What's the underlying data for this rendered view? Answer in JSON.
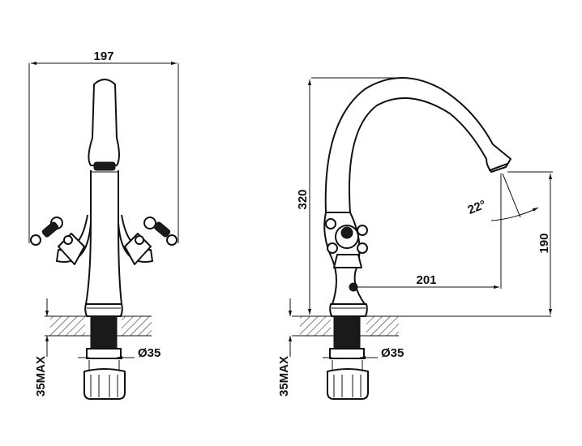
{
  "dimensions": {
    "width_front": "197",
    "height_total": "320",
    "spout_reach": "201",
    "spout_height": "190",
    "spout_angle": "22°",
    "shank_diameter_front": "Ø35",
    "shank_diameter_side": "Ø35",
    "max_thickness_front": "35MAX",
    "max_thickness_side": "35MAX"
  }
}
